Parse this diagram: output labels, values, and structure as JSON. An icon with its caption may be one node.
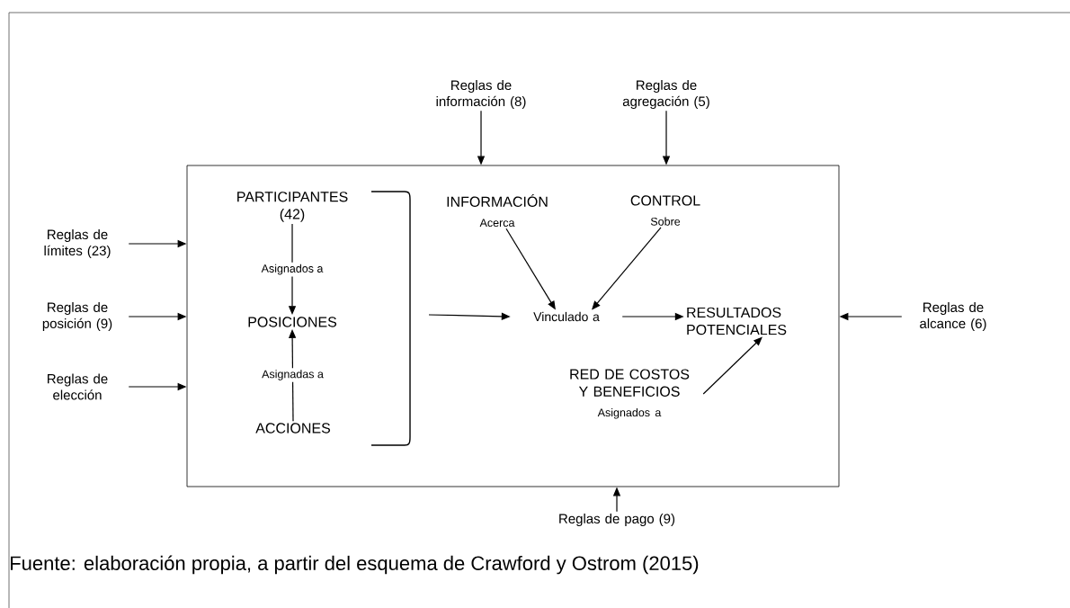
{
  "diagram": {
    "caption": "Fuente: elaboración propia, a partir del esquema de Crawford y Ostrom (2015)",
    "nodes": [
      {
        "text": [],
        "shape": "box"
      },
      {
        "text": [
          "PARTICIPANTES (42)"
        ],
        "in": 0
      },
      {
        "text": [
          "POSICIONES"
        ],
        "in": 0
      },
      {
        "text": [
          "ACCIONES"
        ],
        "in": 0
      },
      {
        "text": [
          "INFORMACIÓN",
          "Acerca"
        ],
        "in": 0
      },
      {
        "text": [
          "CONTROL",
          "Sobre"
        ],
        "in": 0
      },
      {
        "text": [
          "Vinculado a"
        ],
        "in": 0
      },
      {
        "text": [
          "RESULTADOS POTENCIALES"
        ],
        "in": 0
      },
      {
        "text": [
          "RED DE COSTOS Y BENEFICIOS",
          "Asignados a"
        ],
        "in": 0
      },
      {
        "text": [
          "Reglas de información (8)"
        ]
      },
      {
        "text": [
          "Reglas de agregación (5)"
        ]
      },
      {
        "text": [
          "Reglas de límites (23)"
        ]
      },
      {
        "text": [
          "Reglas de posición (9)"
        ]
      },
      {
        "text": [
          "Reglas de elección"
        ]
      },
      {
        "text": [
          "Reglas de alcance (6)"
        ]
      },
      {
        "text": [
          "Reglas de pago (9)"
        ]
      }
    ],
    "edges": [
      {
        "from": 1,
        "to": 2,
        "arrow": "to",
        "label": "Asignados a"
      },
      {
        "from": 3,
        "to": 2,
        "arrow": "to",
        "label": "Asignadas a"
      },
      {
        "from": null,
        "to": 6,
        "arrow": "to"
      },
      {
        "from": 4,
        "to": 6,
        "arrow": "to"
      },
      {
        "from": 5,
        "to": 6,
        "arrow": "to"
      },
      {
        "from": 6,
        "to": 7,
        "arrow": "to"
      },
      {
        "from": 8,
        "to": 7,
        "arrow": "to"
      },
      {
        "from": 9,
        "to": 0,
        "arrow": "to"
      },
      {
        "from": 10,
        "to": 0,
        "arrow": "to"
      },
      {
        "from": 11,
        "to": 0,
        "arrow": "to"
      },
      {
        "from": 12,
        "to": 0,
        "arrow": "to"
      },
      {
        "from": 13,
        "to": 0,
        "arrow": "to"
      },
      {
        "from": 14,
        "to": 0,
        "arrow": "to"
      },
      {
        "from": 15,
        "to": 0,
        "arrow": "to"
      }
    ]
  }
}
